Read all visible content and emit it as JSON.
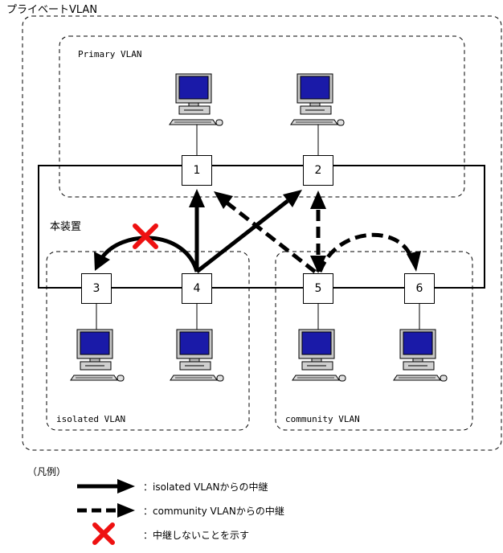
{
  "title": "プライベートVLAN",
  "device_label": "本装置",
  "groups": {
    "primary": "Primary VLAN",
    "isolated": "isolated VLAN",
    "community": "community VLAN"
  },
  "ports": [
    "1",
    "2",
    "3",
    "4",
    "5",
    "6"
  ],
  "legend": {
    "heading": "（凡例）",
    "isolated": "：isolated VLANからの中継",
    "community": "：community VLANからの中継",
    "blocked": "：中継しないことを示す"
  },
  "colors": {
    "blocked_mark": "#ee1111",
    "monitor_screen": "#1a1aa8",
    "terminal_body": "#c0c0c0"
  }
}
